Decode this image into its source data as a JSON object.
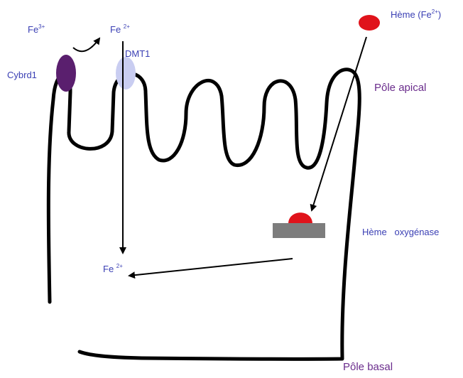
{
  "labels": {
    "fe3_base": "Fe",
    "fe3_sup": "3+",
    "fe2_top_base": "Fe ",
    "fe2_top_sup": "2+",
    "cybrd1": "Cybrd1",
    "dmt1": "DMT1",
    "heme_base": "Hème (Fe",
    "heme_sup": "2+",
    "heme_close": ")",
    "pole_apical": "Pôle apical",
    "heme_oxygenase": "Hème   oxygénase",
    "fe2_bottom_base": "Fe ",
    "fe2_bottom_sup": "2+",
    "pole_basal": "Pôle basal"
  },
  "colors": {
    "cell_outline": "#000000",
    "cybrd1": "#5a1f6e",
    "dmt1": "#c9cdf1",
    "heme": "#e0131b",
    "enzyme_bar": "#7d7d7d",
    "label_blue": "#3a3fb4",
    "label_pole": "#6a2c8c"
  }
}
